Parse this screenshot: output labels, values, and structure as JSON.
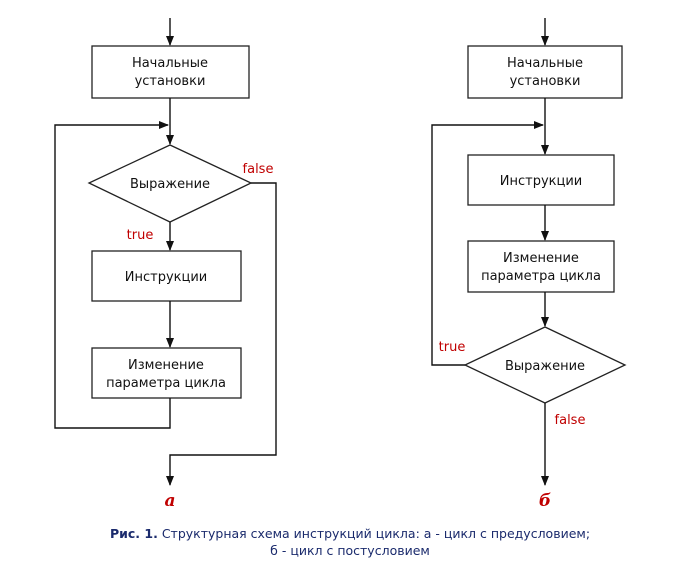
{
  "diagram_a": {
    "init_line1": "Начальные",
    "init_line2": "установки",
    "condition": "Выражение",
    "true_label": "true",
    "false_label": "false",
    "body": "Инструкции",
    "update_line1": "Изменение",
    "update_line2": "параметра цикла",
    "letter": "а"
  },
  "diagram_b": {
    "init_line1": "Начальные",
    "init_line2": "установки",
    "body": "Инструкции",
    "update_line1": "Изменение",
    "update_line2": "параметра цикла",
    "condition": "Выражение",
    "true_label": "true",
    "false_label": "false",
    "letter": "б"
  },
  "caption": {
    "prefix": "Рис. 1.",
    "line1": " Структурная схема инструкций цикла: а - цикл с предусловием;",
    "line2": "б - цикл с постусловием"
  },
  "colors": {
    "condition_labels": "#c00000",
    "caption_text": "#1a2a6c"
  }
}
